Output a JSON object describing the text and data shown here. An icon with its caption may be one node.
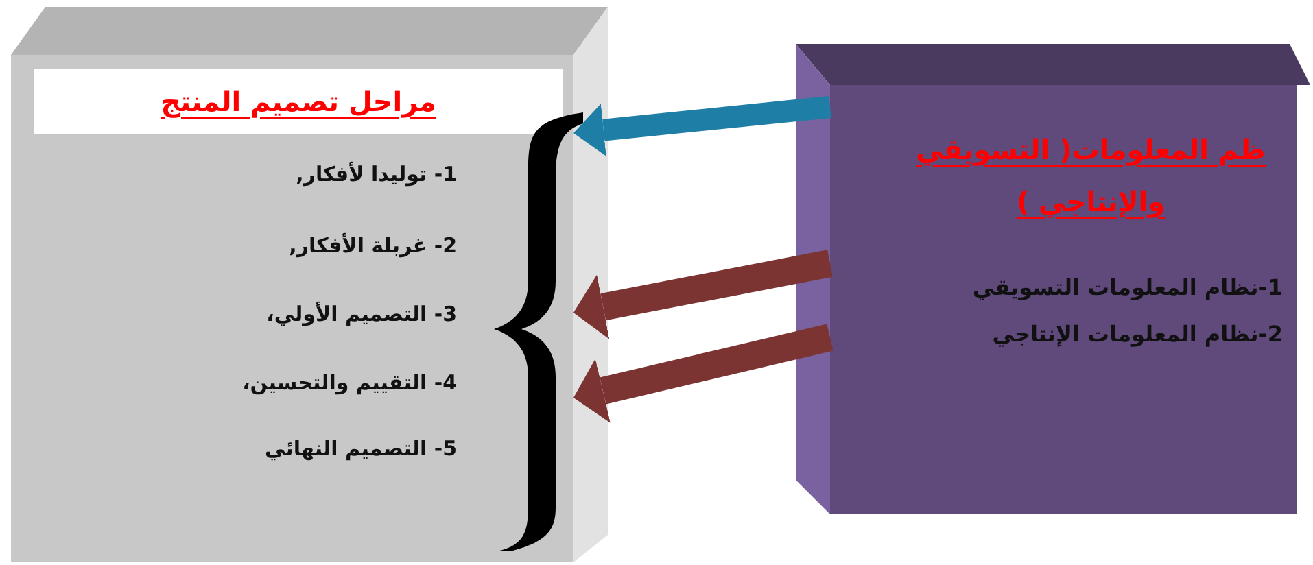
{
  "diagram": {
    "nodes": [
      {
        "text": [
          "مراحل تصميم المنتج",
          "1- توليدا لأفكار,",
          "2- غربلة الأفكار,",
          "3- التصميم الأولي،",
          "4- التقييم والتحسين،",
          "5- التصميم النهائي"
        ]
      },
      {
        "text": [
          "ظم المعلومات( التسويقي والإنتاجي )",
          "1-نظام المعلومات التسويقي",
          "2-نظام المعلومات الإنتاجي"
        ]
      }
    ],
    "edges": [
      {
        "from": 1,
        "to": 0,
        "arrow": "to",
        "color": "#1f7ea6"
      },
      {
        "from": 1,
        "to": 0,
        "arrow": "to"
      },
      {
        "from": 1,
        "to": 0,
        "arrow": "to"
      }
    ]
  }
}
